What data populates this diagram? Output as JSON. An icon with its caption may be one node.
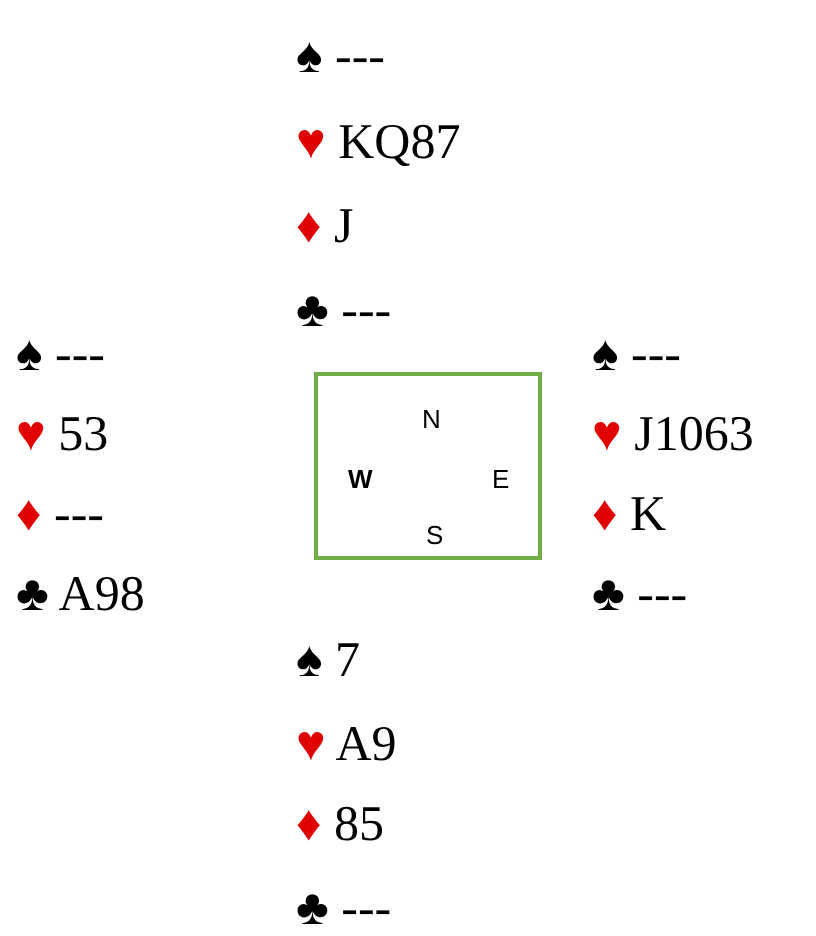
{
  "diagram": {
    "nodes": [
      {
        "text": [
          "N",
          "W",
          "E",
          "S"
        ]
      }
    ],
    "labels": [
      "♠ ---",
      "♥ KQ87",
      "♦ J",
      "♣ ---",
      "♠ ---",
      "♠ ---",
      "♥ 53",
      "♥ J1063",
      "♦ ---",
      "♦ K",
      "♣ A98",
      "♣ ---",
      "♠ 7",
      "♥ A9",
      "♦ 85",
      "♣ ---"
    ]
  }
}
